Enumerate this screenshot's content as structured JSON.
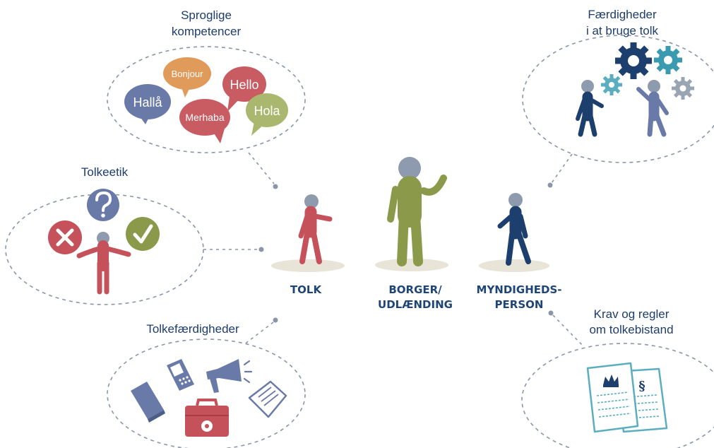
{
  "center": {
    "tolk": "TOLK",
    "borger_1": "BORGER/",
    "borger_2": "UDLÆNDING",
    "myndighed_1": "MYNDIGHEDS-",
    "myndighed_2": "PERSON"
  },
  "groups": {
    "sprog": {
      "title_1": "Sproglige",
      "title_2": "kompetencer",
      "bubbles": {
        "halla": "Hallå",
        "bonjour": "Bonjour",
        "merhaba": "Merhaba",
        "hello": "Hello",
        "hola": "Hola"
      }
    },
    "etik": {
      "title": "Tolkeetik"
    },
    "tolkefaerd": {
      "title": "Tolkefærdigheder"
    },
    "faerdigheder": {
      "title_1": "Færdigheder",
      "title_2": "i at bruge tolk"
    },
    "krav": {
      "title_1": "Krav og regler",
      "title_2": "om tolkebistand"
    }
  },
  "colors": {
    "tolk_red": "#c5525a",
    "borger_green": "#8a9a4a",
    "myndighed_navy": "#1d3f6e",
    "grey_figure": "#8e9aae",
    "label_navy": "#1d3d6b",
    "teal": "#3a9bb0"
  },
  "icons": [
    "question-icon",
    "cross-icon",
    "check-icon",
    "notebook-icon",
    "phone-icon",
    "megaphone-icon",
    "document-icon",
    "toolbox-icon",
    "gear-icon",
    "crown-document-icon",
    "paragraph-document-icon"
  ]
}
